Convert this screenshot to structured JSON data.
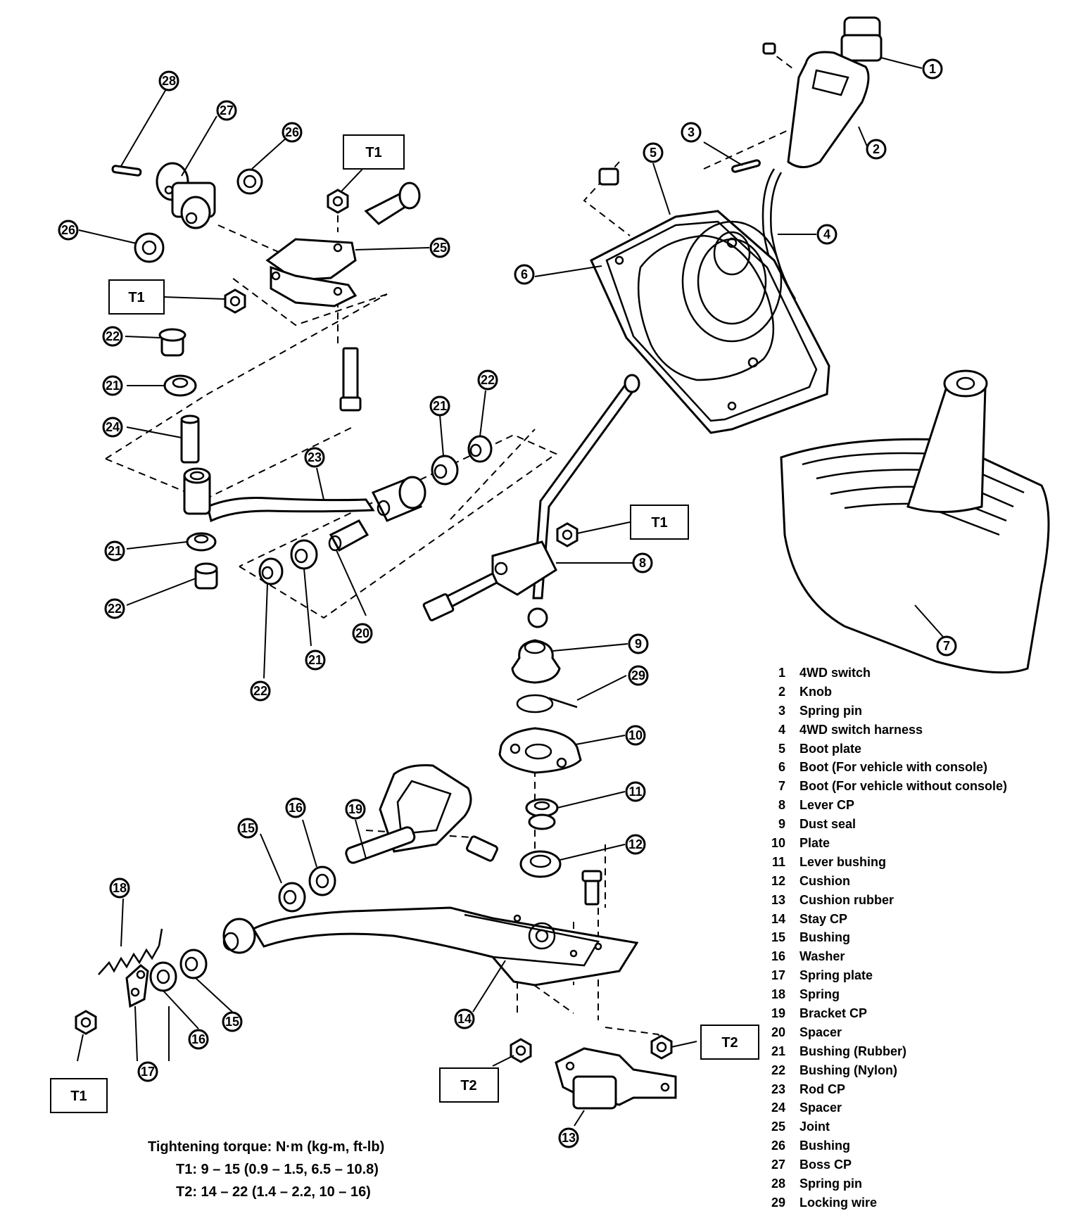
{
  "torque_boxes": {
    "t1": "T1",
    "t2": "T2"
  },
  "legend": [
    {
      "num": "1",
      "name": "4WD switch"
    },
    {
      "num": "2",
      "name": "Knob"
    },
    {
      "num": "3",
      "name": "Spring pin"
    },
    {
      "num": "4",
      "name": "4WD switch harness"
    },
    {
      "num": "5",
      "name": "Boot plate"
    },
    {
      "num": "6",
      "name": "Boot (For vehicle with console)"
    },
    {
      "num": "7",
      "name": "Boot (For vehicle without console)"
    },
    {
      "num": "8",
      "name": "Lever CP"
    },
    {
      "num": "9",
      "name": "Dust seal"
    },
    {
      "num": "10",
      "name": "Plate"
    },
    {
      "num": "11",
      "name": "Lever bushing"
    },
    {
      "num": "12",
      "name": "Cushion"
    },
    {
      "num": "13",
      "name": "Cushion rubber"
    },
    {
      "num": "14",
      "name": "Stay CP"
    },
    {
      "num": "15",
      "name": "Bushing"
    },
    {
      "num": "16",
      "name": "Washer"
    },
    {
      "num": "17",
      "name": "Spring plate"
    },
    {
      "num": "18",
      "name": "Spring"
    },
    {
      "num": "19",
      "name": "Bracket CP"
    },
    {
      "num": "20",
      "name": "Spacer"
    },
    {
      "num": "21",
      "name": "Bushing (Rubber)"
    },
    {
      "num": "22",
      "name": "Bushing (Nylon)"
    },
    {
      "num": "23",
      "name": "Rod CP"
    },
    {
      "num": "24",
      "name": "Spacer"
    },
    {
      "num": "25",
      "name": "Joint"
    },
    {
      "num": "26",
      "name": "Bushing"
    },
    {
      "num": "27",
      "name": "Boss CP"
    },
    {
      "num": "28",
      "name": "Spring pin"
    },
    {
      "num": "29",
      "name": "Locking wire"
    }
  ],
  "torque_spec": {
    "heading": "Tightening torque:  N·m (kg-m, ft-lb)",
    "t1": "T1:  9 – 15 (0.9 – 1.5, 6.5 – 10.8)",
    "t2": "T2:  14 – 22 (1.4 – 2.2, 10 – 16)"
  }
}
